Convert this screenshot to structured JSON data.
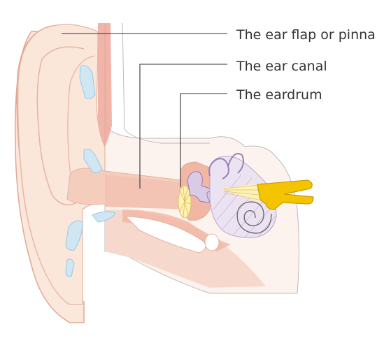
{
  "labels": {
    "pinna": "The ear flap or pinna",
    "canal": "The ear canal",
    "eardrum": "The eardrum"
  },
  "colors": {
    "skin_light": "#fbe8dd",
    "skin_mid": "#f5cdbd",
    "outline": "#e0a894",
    "canal_pink": "#efa79a",
    "cartilage_blue": "#cfe6f3",
    "bone_lilac": "#d9cbe5",
    "nerve_yellow": "#f5c400",
    "leader_line": "#333333"
  }
}
